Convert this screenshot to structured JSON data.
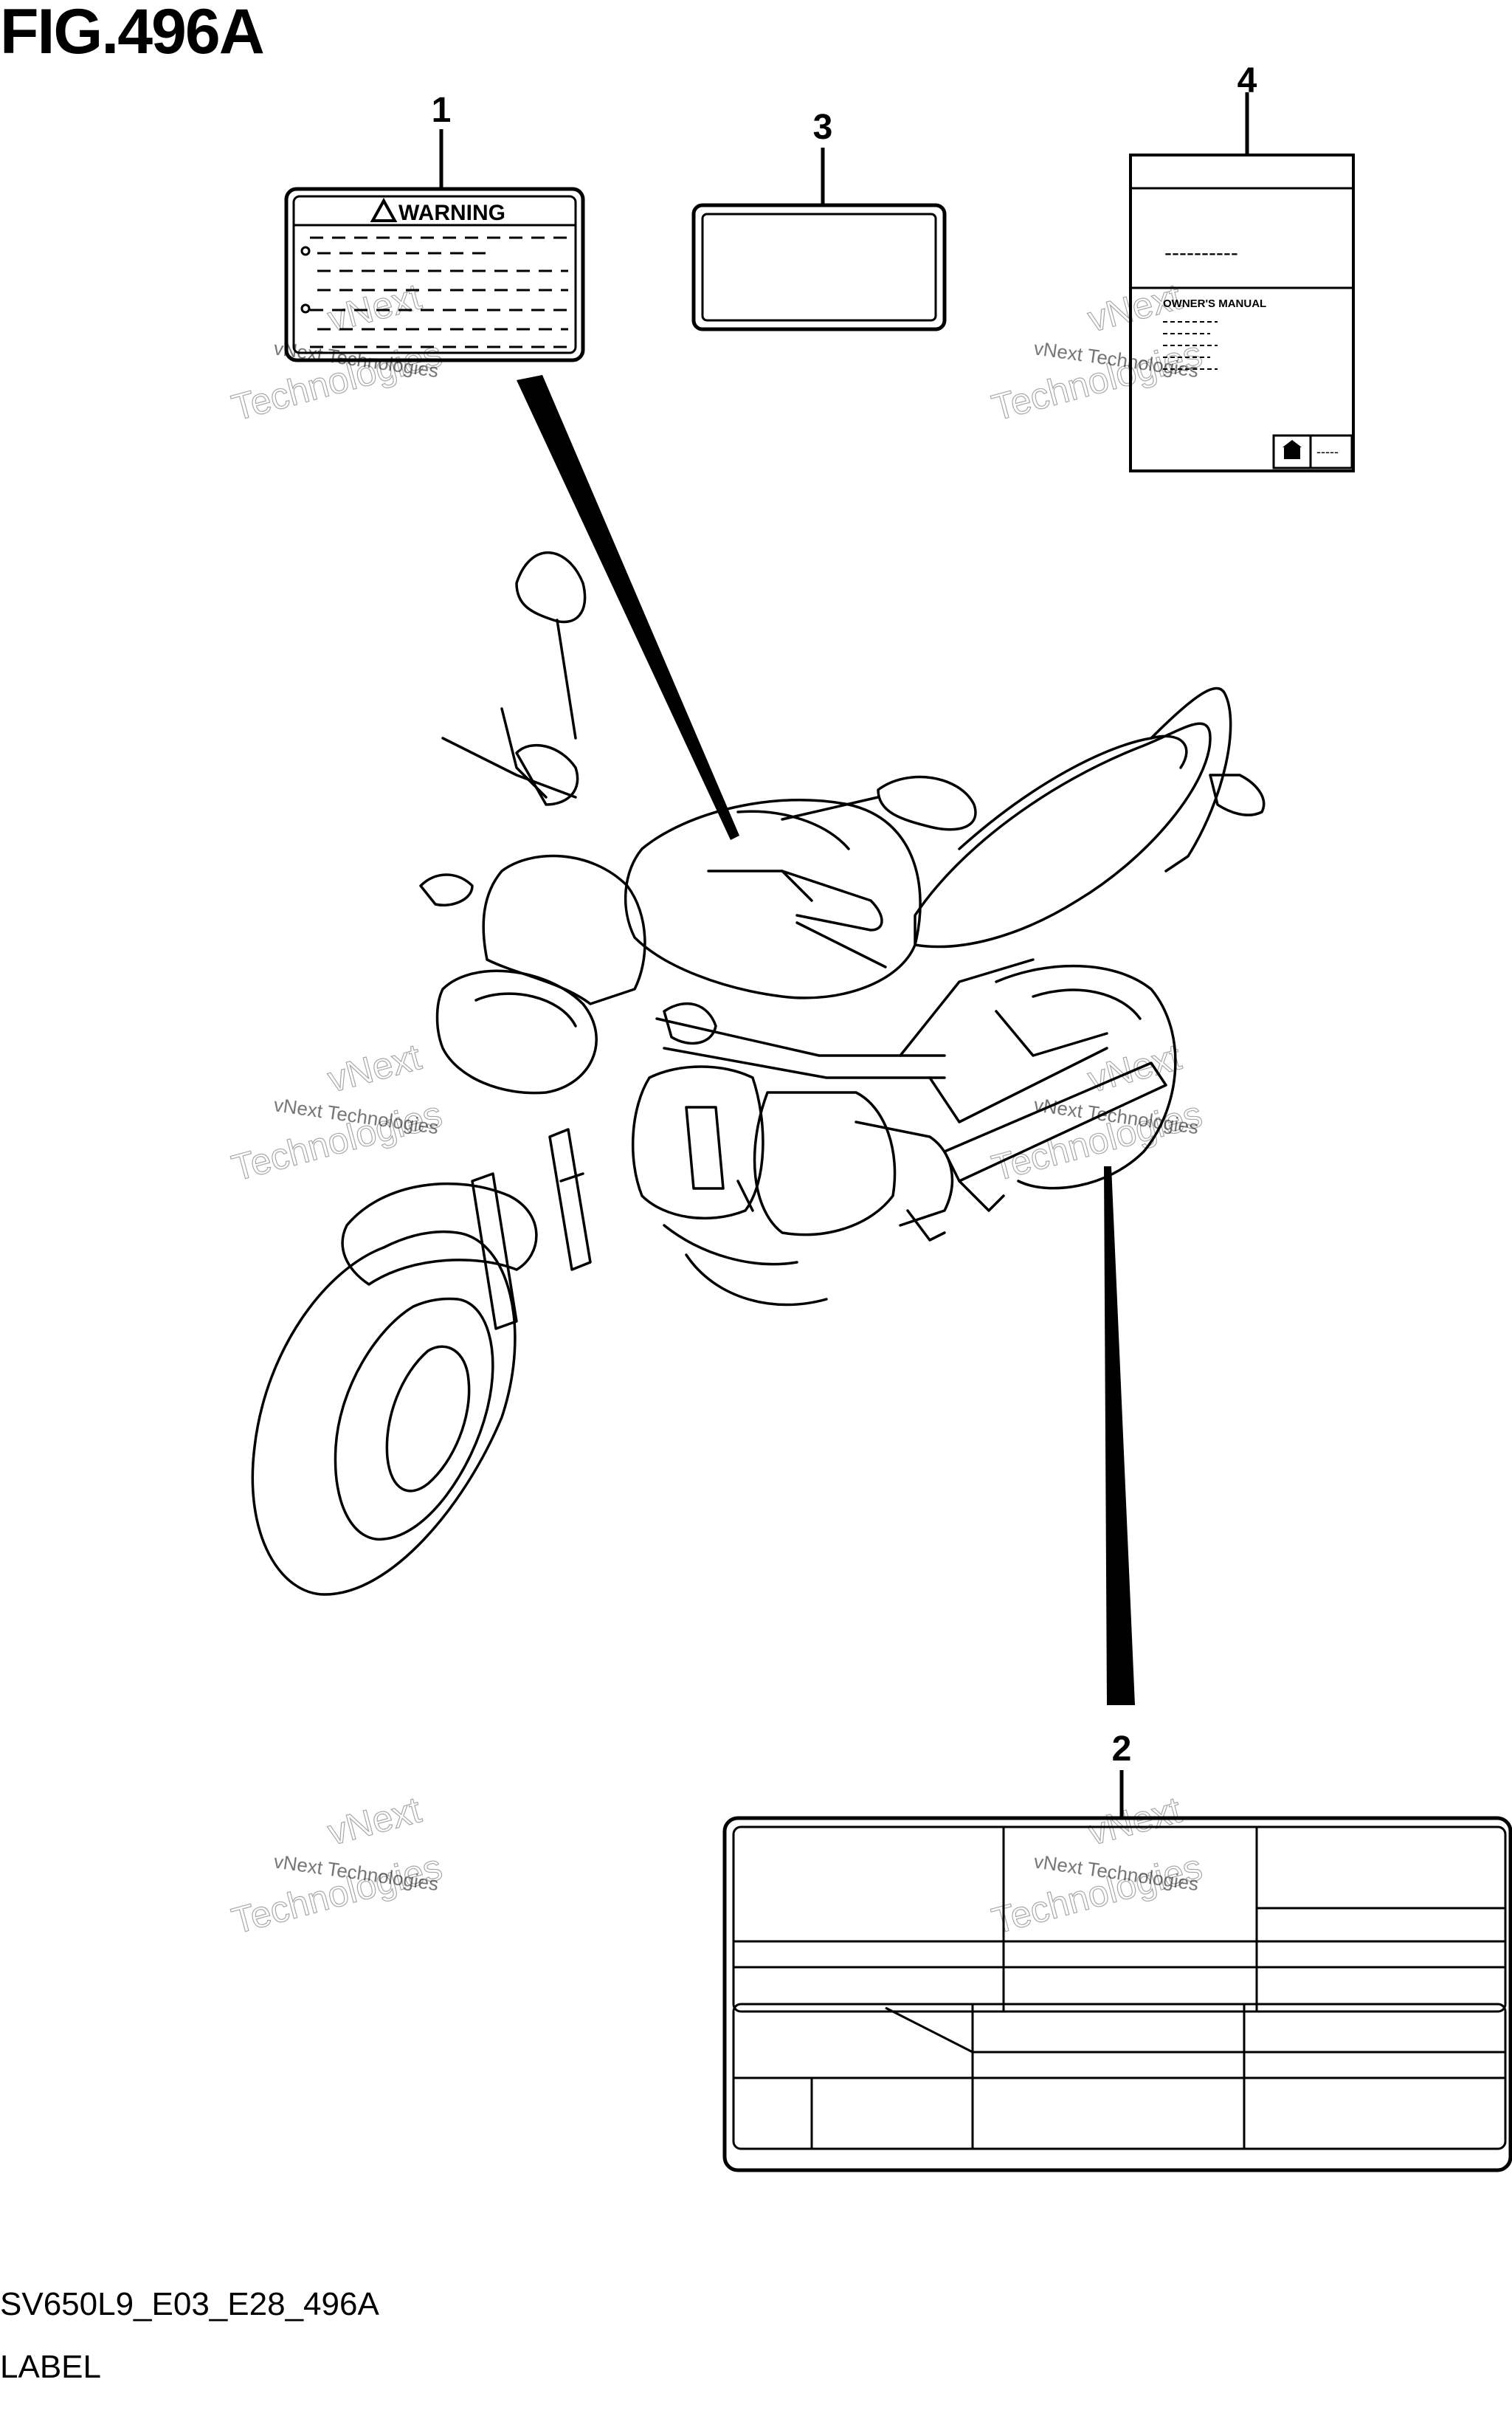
{
  "figure": {
    "title": "FIG.496A",
    "code": "SV650L9_E03_E28_496A",
    "name": "LABEL"
  },
  "callouts": [
    {
      "id": "1",
      "label": "1"
    },
    {
      "id": "2",
      "label": "2"
    },
    {
      "id": "3",
      "label": "3"
    },
    {
      "id": "4",
      "label": "4"
    }
  ],
  "labels": {
    "warning_text": "WARNING",
    "manual_text": "OWNER'S MANUAL",
    "manual_dash": "----------",
    "manual_small_dash": "-----"
  },
  "watermark": {
    "line1": "vNext Technologies",
    "line2": "vNext",
    "line3": "Technologies"
  }
}
